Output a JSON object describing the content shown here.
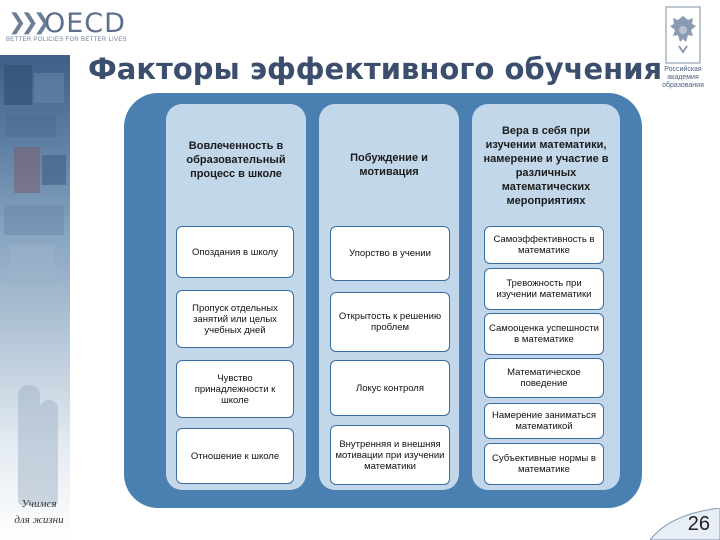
{
  "header": {
    "logo_text": "OECD",
    "logo_tagline": "BETTER POLICIES FOR BETTER LIVES",
    "title": "Факторы эффективного обучения",
    "emblem_caption": "Российская академия образования"
  },
  "columns": [
    {
      "header": "Вовлеченность в образовательный процесс в школе",
      "items": [
        "Опоздания в школу",
        "Пропуск отдельных занятий или целых учебных дней",
        "Чувство принадлежности к школе",
        "Отношение к школе"
      ]
    },
    {
      "header": "Побуждение и мотивация",
      "items": [
        "Упорство в учении",
        "Открытость к решению проблем",
        "Локус контроля",
        "Внутренняя и внешняя мотивации при изучении математики"
      ]
    },
    {
      "header": "Вера в себя при изучении математики, намерение и участие в различных математических мероприятиях",
      "items": [
        "Самоэффективность в математике",
        "Тревожность при изучении математики",
        "Самооценка успешности в математике",
        "Математическое поведение",
        "Намерение заниматься математикой",
        "Субъективные нормы в математике"
      ]
    }
  ],
  "footer": {
    "slogan_line1": "Учимся",
    "slogan_line2": "для жизни",
    "page_number": "26"
  },
  "colors": {
    "panel": "#4a7fb2",
    "column_bg": "#c3d7ea",
    "title": "#3b4e6e"
  }
}
